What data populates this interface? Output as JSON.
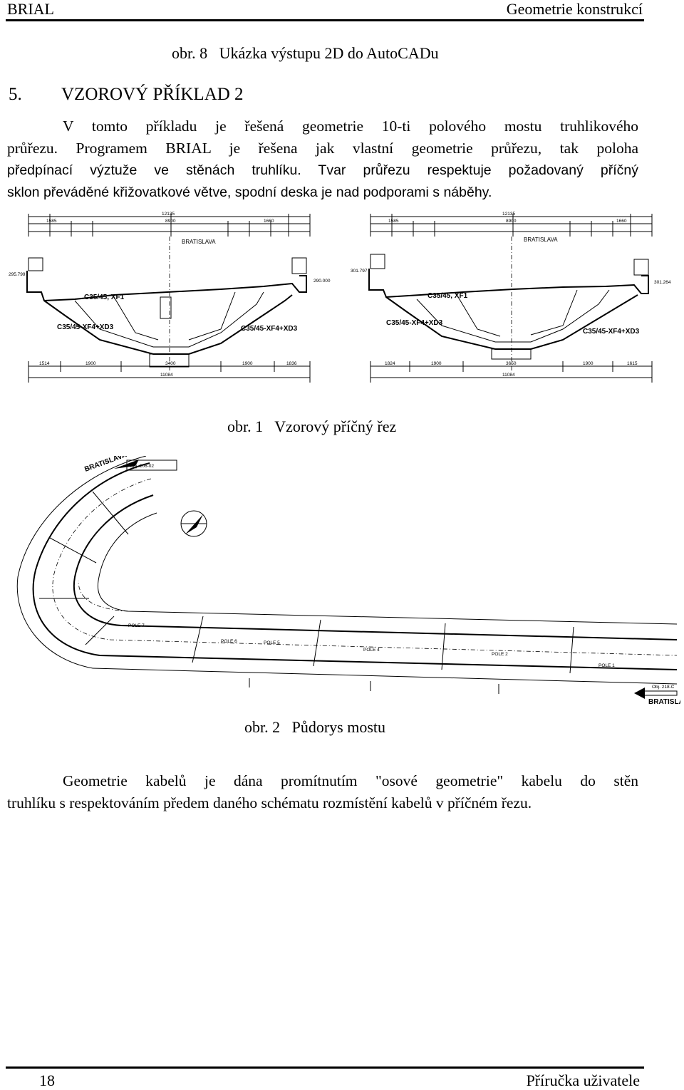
{
  "header": {
    "left": "BRIAL",
    "right": "Geometrie konstrukcí"
  },
  "caption_obr8": "obr. 8   Ukázka výstupu 2D do AutoCADu",
  "section": {
    "number": "5.",
    "title": "VZOROVÝ PŘÍKLAD 2"
  },
  "intro": {
    "line1": "V tomto příkladu je řešená geometrie 10-ti polového mostu truhlikového",
    "line2": "průřezu. Programem BRIAL je řešena jak vlastní geometrie průřezu, tak poloha",
    "line3": "předpínací výztuže ve stěnách truhlíku. Tvar průřezu respektuje požadovaný příčný",
    "line4": "sklon převáděné křižovatkové větve, spodní deska je nad podporami s náběhy."
  },
  "figure1": {
    "caption": "obr. 1   Vzorový příčný řez",
    "left": {
      "overall_dim": "12135",
      "dims_row2": [
        "1585",
        "8900",
        "1660"
      ],
      "place": "BRATISLAVA",
      "concrete1": "C35/45, XF1",
      "concrete2": "C35/45-XF4+XD3",
      "elev_left": "295.799",
      "elev_right": "290.000",
      "bottom_dims": [
        "1514",
        "1900",
        "3400",
        "1900",
        "1836"
      ],
      "bottom_total": "11084"
    },
    "right": {
      "overall_dim": "12135",
      "dims_row2": [
        "1585",
        "8900",
        "1660"
      ],
      "place": "BRATISLAVA",
      "concrete1": "C35/45, XF1",
      "concrete2": "C35/45-XF4+XD3",
      "elev_left": "301.797",
      "elev_right": "301.264",
      "bottom_dims": [
        "1824",
        "1900",
        "3650",
        "1900",
        "1615"
      ],
      "bottom_total": "11084"
    }
  },
  "figure2": {
    "caption": "obr. 2   Půdorys mostu",
    "object": "Obj. 206-02",
    "object_end": "Obj. 218-C",
    "place": "BRATISLAVA",
    "poles": [
      "POLE 1",
      "POLE 2",
      "POLE 4",
      "POLE 5",
      "POLE 6",
      "POLE 7"
    ]
  },
  "outro": {
    "line1": "Geometrie kabelů je dána promítnutím \"osové geometrie\" kabelu do stěn",
    "line2": "truhlíku s respektováním předem daného schématu rozmístění kabelů v příčném řezu."
  },
  "footer": {
    "page": "18",
    "right": "Příručka uživatele"
  }
}
